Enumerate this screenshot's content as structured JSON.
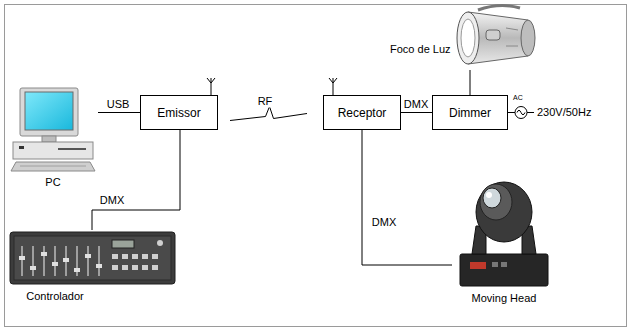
{
  "diagram": {
    "nodes": [
      {
        "text": [
          "PC"
        ]
      },
      {
        "text": [
          "Emissor"
        ]
      },
      {
        "text": [
          "Controlador"
        ]
      },
      {
        "text": [
          "Receptor"
        ]
      },
      {
        "text": [
          "Foco de Luz"
        ]
      },
      {
        "text": [
          "Dimmer"
        ]
      },
      {
        "text": [
          "Moving Head"
        ]
      }
    ],
    "edges": [
      {
        "from": 0,
        "to": 1,
        "arrow": "none",
        "label": "USB"
      },
      {
        "from": 1,
        "to": 2,
        "arrow": "none",
        "label": "DMX"
      },
      {
        "from": 1,
        "to": 3,
        "arrow": "none",
        "label": "RF"
      },
      {
        "from": 3,
        "to": 5,
        "arrow": "none",
        "label": "DMX"
      },
      {
        "from": 3,
        "to": 6,
        "arrow": "none",
        "label": "DMX"
      },
      {
        "from": 5,
        "to": 4,
        "arrow": "none"
      }
    ],
    "labels": [
      "AC",
      "230V/50Hz"
    ]
  }
}
